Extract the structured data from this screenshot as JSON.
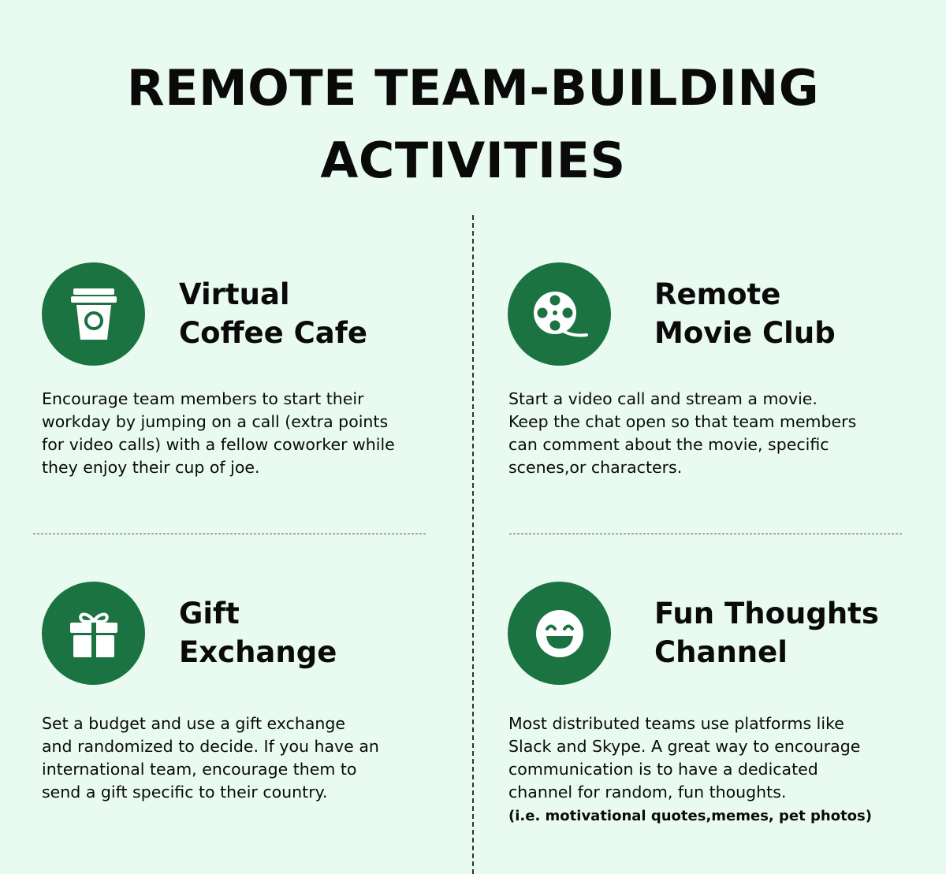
{
  "header": {
    "title_line1": "REMOTE TEAM-BUILDING",
    "title_line2": "ACTIVITIES"
  },
  "colors": {
    "background": "#e9fbf0",
    "accent": "#1a7340",
    "text": "#0a0a0a"
  },
  "activities": [
    {
      "icon": "coffee-cup-icon",
      "title_lines": [
        "Virtual",
        "Coffee Cafe"
      ],
      "description_lines": [
        "Encourage team members to start their",
        "workday by jumping on a call (extra points",
        "for video calls) with a fellow coworker while",
        "they enjoy their cup of joe."
      ]
    },
    {
      "icon": "film-reel-icon",
      "title_lines": [
        "Remote",
        "Movie Club"
      ],
      "description_lines": [
        "Start a video call and stream a movie.",
        "Keep the chat open so that team members",
        "can comment about the movie, specific",
        "scenes,or characters."
      ]
    },
    {
      "icon": "gift-box-icon",
      "title_lines": [
        "Gift",
        "Exchange"
      ],
      "description_lines": [
        "Set a budget and use a gift exchange",
        "and randomized to decide. If you have an",
        "international team, encourage them to",
        "send a gift specific to their country."
      ]
    },
    {
      "icon": "smiley-face-icon",
      "title_lines": [
        "Fun Thoughts",
        "Channel"
      ],
      "description_lines": [
        "Most distributed teams use platforms like",
        "Slack and Skype. A great way to encourage",
        "communication is to have a dedicated",
        "channel for random, fun thoughts."
      ],
      "note": "(i.e. motivational quotes,memes, pet photos)"
    }
  ]
}
